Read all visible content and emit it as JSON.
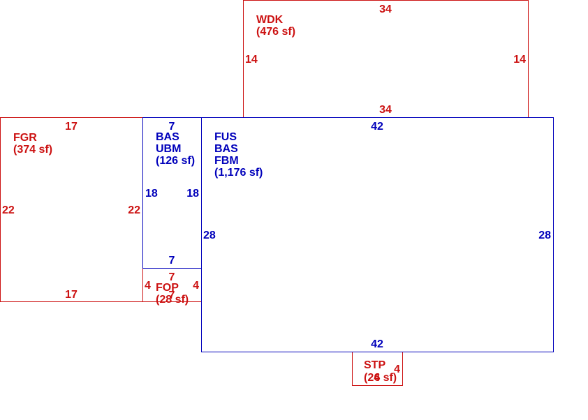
{
  "colors": {
    "red": "#cc1111",
    "blue": "#0000bb",
    "background": "#ffffff"
  },
  "areas": {
    "wdk": {
      "lines": [
        "WDK",
        "(476 sf)"
      ],
      "dims": {
        "top": "34",
        "bottom": "34",
        "left": "14",
        "right": "14"
      }
    },
    "fgr": {
      "lines": [
        "FGR",
        "(374 sf)"
      ],
      "dims": {
        "top": "17",
        "bottom": "17",
        "left": "22",
        "right": "22"
      }
    },
    "bas_ubm": {
      "lines": [
        "BAS",
        "UBM",
        "(126 sf)"
      ],
      "dims": {
        "top": "7",
        "bottom": "7",
        "left": "18",
        "right": "18"
      }
    },
    "fus": {
      "lines": [
        "FUS",
        "BAS",
        "FBM",
        "(1,176 sf)"
      ],
      "dims": {
        "top": "42",
        "bottom": "42",
        "left": "28",
        "right": "28"
      }
    },
    "fop": {
      "lines": [
        "FOP",
        "(28 sf)"
      ],
      "dims": {
        "top": "7",
        "bottom": "7",
        "left": "4",
        "right": "4"
      }
    },
    "stp": {
      "lines": [
        "STP",
        "(24 sf)"
      ],
      "dims": {
        "right": "4",
        "bottom": "6"
      }
    }
  }
}
